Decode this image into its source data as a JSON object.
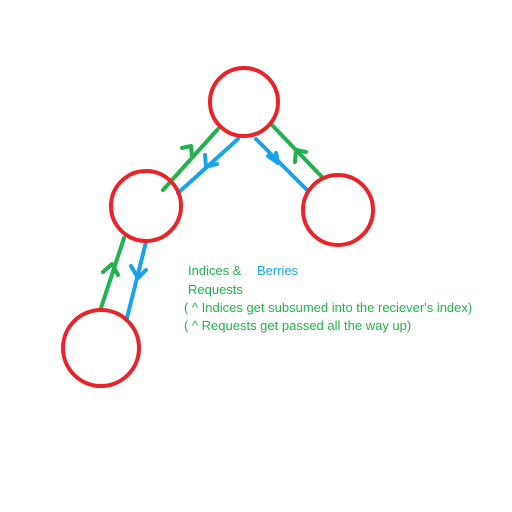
{
  "colors": {
    "node": "#e8232a",
    "index_arrow": "#22b14c",
    "berry_arrow": "#1aa3e8",
    "background": "#ffffff"
  },
  "nodes": [
    {
      "id": "top"
    },
    {
      "id": "middle-left"
    },
    {
      "id": "middle-right"
    },
    {
      "id": "bottom-left"
    }
  ],
  "edges": [
    {
      "from": "middle-left",
      "to": "top",
      "kind": "indices",
      "direction": "up"
    },
    {
      "from": "top",
      "to": "middle-left",
      "kind": "berries",
      "direction": "down"
    },
    {
      "from": "middle-right",
      "to": "top",
      "kind": "indices",
      "direction": "up"
    },
    {
      "from": "top",
      "to": "middle-right",
      "kind": "berries",
      "direction": "down"
    },
    {
      "from": "bottom-left",
      "to": "middle-left",
      "kind": "indices",
      "direction": "up"
    },
    {
      "from": "middle-left",
      "to": "bottom-left",
      "kind": "berries",
      "direction": "down"
    }
  ],
  "legend": {
    "indices_label": "Indices &",
    "berries_label": "Berries",
    "requests_label": "Requests",
    "note_indices": "( ^ Indices get subsumed into the reciever's index)",
    "note_requests": "( ^ Requests get passed all the way up)"
  }
}
